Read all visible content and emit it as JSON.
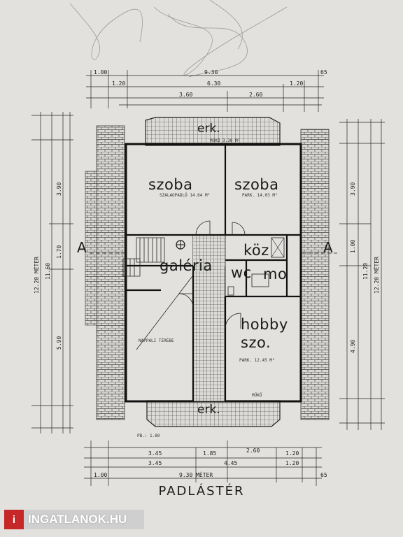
{
  "title": "PADLÁSTÉR",
  "brand": {
    "mark": "i",
    "text": "INGATLANOK.HU",
    "color": "#c62828"
  },
  "section_marks": {
    "left": "A",
    "right": "A"
  },
  "rooms": {
    "balcony_top": "erk.",
    "room1": "szoba",
    "room2": "szoba",
    "corridor": "köz",
    "gallery": "galéria",
    "wc": "wc",
    "bath": "mo",
    "hobby_line1": "hobby",
    "hobby_line2": "szo.",
    "balcony_bottom": "erk."
  },
  "room_notes": {
    "room1": "SZALAGPADLÓ  14.64 M²",
    "room2": "PARK.  14.03 M²",
    "gallery_note": "NAPPALI TÉRÉBE",
    "hobby_note": "PARK.  12.45 M²",
    "balcony_top_note": "MŰKŐ  3.30 M²",
    "balcony_bottom_note": "MŰKŐ",
    "bottom_left_note": "PB.: 1.80"
  },
  "dimensions_top": {
    "total": "9.30",
    "row2": "6.30",
    "row3a": "3.60",
    "row3b": "2.60",
    "left": "1.00",
    "left2": "1.20",
    "right": "1.20",
    "right_end": "65"
  },
  "dimensions_bottom": {
    "total": "9.30 MÉTER",
    "row1a": "3.45",
    "row1b": "1.85",
    "row1c": "2.60",
    "row1d": "1.20",
    "row2a": "3.45",
    "row2b": "4.45",
    "row2c": "1.20",
    "left": "1.00",
    "right_end": "65"
  },
  "dimensions_left": {
    "total": "12.20 MÉTER",
    "inner": "11.60",
    "seg1": "3.90",
    "seg2": "1.70",
    "seg3": "5.90"
  },
  "dimensions_right": {
    "total": "12.20 MÉTER",
    "inner": "11.20",
    "seg1": "3.90",
    "seg2": "1.00",
    "seg3": "4.90"
  }
}
